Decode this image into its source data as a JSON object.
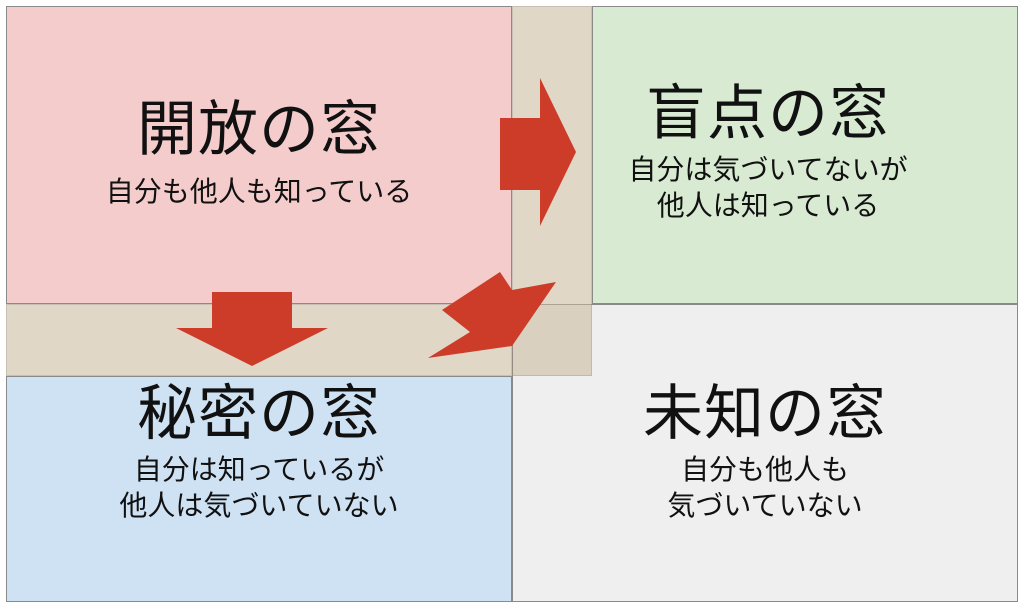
{
  "colors": {
    "open": "#f4cccc",
    "blind": "#d9ead3",
    "hidden": "#cfe2f3",
    "unknown": "#efefef",
    "overlap_band": "#c8b89b",
    "arrow": "#cc3c28",
    "border": "#8a8a8a"
  },
  "windows": {
    "open": {
      "title": "開放の窓",
      "lines": [
        "自分も他人も知っている"
      ]
    },
    "blind": {
      "title": "盲点の窓",
      "lines": [
        "自分は気づいてないが",
        "他人は知っている"
      ]
    },
    "hidden": {
      "title": "秘密の窓",
      "lines": [
        "自分は知っているが",
        "他人は気づいていない"
      ]
    },
    "unknown": {
      "title": "未知の窓",
      "lines": [
        "自分も他人も",
        "気づいていない"
      ]
    }
  },
  "arrows": [
    {
      "name": "arrow-open-to-blind-icon",
      "direction": "right"
    },
    {
      "name": "arrow-open-to-hidden-icon",
      "direction": "down"
    },
    {
      "name": "arrow-open-to-unknown-icon",
      "direction": "up-right"
    }
  ]
}
